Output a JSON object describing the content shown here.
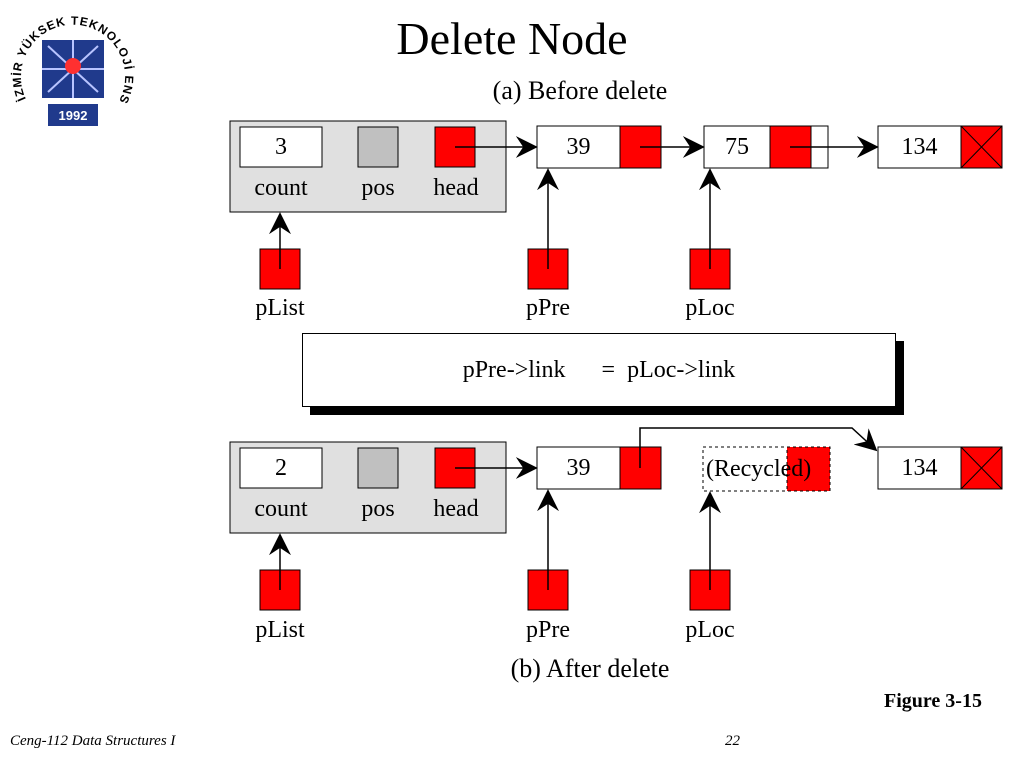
{
  "title": "Delete Node",
  "before_caption": "(a) Before delete",
  "after_caption": "(b) After delete",
  "operation": "pPre->link      =  pLoc->link",
  "figure_label": "Figure 3-15",
  "footer": {
    "course": "Ceng-112 Data Structures I",
    "page": "22"
  },
  "logo": {
    "text": "İZMİR YÜKSEK TEKNOLOJİ ENSTİTÜSÜ",
    "year": "1992"
  },
  "before": {
    "count": "3",
    "fields": [
      "count",
      "pos",
      "head"
    ],
    "nodes": [
      "39",
      "75",
      "134"
    ],
    "pointers": [
      "pList",
      "pPre",
      "pLoc"
    ]
  },
  "after": {
    "count": "2",
    "fields": [
      "count",
      "pos",
      "head"
    ],
    "nodes": [
      "39",
      "134"
    ],
    "recycled": "(Recycled)",
    "pointers": [
      "pList",
      "pPre",
      "pLoc"
    ]
  },
  "colors": {
    "pointer": "#ff0000",
    "pos": "#c0c0c0",
    "header_bg": "#e0e0e0"
  }
}
